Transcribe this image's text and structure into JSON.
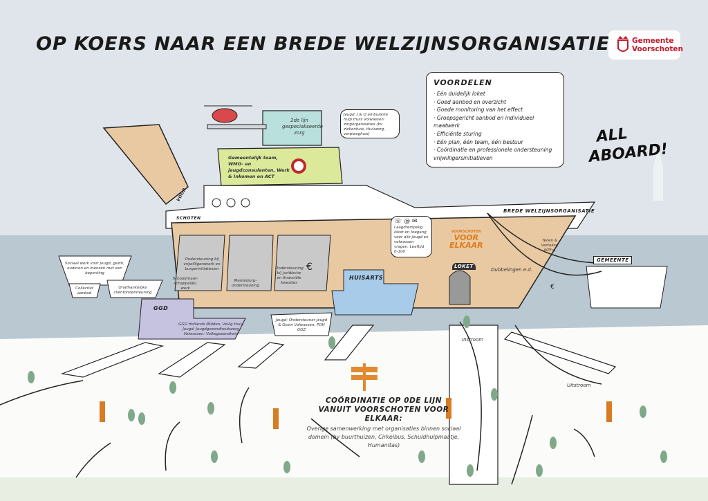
{
  "title": "OP KOERS NAAR EEN BREDE WELZIJNSORGANISATIE",
  "logo": {
    "line1": "Gemeente",
    "line2": "Voorschoten",
    "color": "#c0172b"
  },
  "voordelen": {
    "heading": "VOORDELEN",
    "items": [
      "Eén duidelijk loket",
      "Goed aanbod en overzicht",
      "Goede monitoring van het effect",
      "Groepsgericht aanbod en individueel maatwerk",
      "Efficiënte sturing",
      "Eén plan, één team, één bestuur",
      "Coördinatie en professionele ondersteuning vrijwilligersinitiatieven"
    ]
  },
  "all_aboard": {
    "line1": "ALL",
    "line2": "ABOARD!"
  },
  "second_line_bubble": "Jeugd: J & O ambulante hulp thuis Volwassen: zorgorganisaties (bv ziekenhuis, thuiszorg, verpleeghuis)",
  "second_line_box": "2de lijn gespecialiseerde zorg",
  "team_deck": "Gemeentelijk team, WMO- en jeugdconsulenten, Werk & Inkomen en ACT",
  "ship": {
    "name": "BREDE WELZIJNSORGANISATIE",
    "bow_left": "SCHOTEN",
    "boom_label": "VOOR"
  },
  "compartments": [
    "Ondersteuning bij vrijwilligerswerk en burgerinitiatieven",
    "School(maat-schappelijk) werk",
    "Mantelzorg-ondersteuning",
    "Ondersteuning bij juridische en financiële kwesties"
  ],
  "contact_bubble": "Laagdrempelig loket en toegang voor alle jeugd en volwassen vragen. Leeftijd 0-100",
  "brand": {
    "small": "VOORSCHOTEN",
    "big1": "VOOR",
    "big2": "ELKAAR",
    "color": "#e07b1a"
  },
  "loket": "LOKET",
  "dubbelingen": "Dubbelingen e.d.",
  "kpi": "Tellen & Vertellen (KPI's)",
  "gemeente_boat": "GEMEENTE",
  "huisarts": "HUISARTS",
  "ggd": {
    "name": "GGD",
    "text": "GGD Hollands Midden, Veilig thuis Jeugd: Jeugdgezondheidszorg Volwassen: Volksgezondheid"
  },
  "poh": "Jeugd: Ondersteuner Jeugd & Gezin Volwassen: POH GGZ",
  "small_boats": [
    "Sociaal werk voor jeugd, gezin, ouderen en mensen met een beperking",
    "Collectief aanbod",
    "Onafhankelijke cliëntondersteuning"
  ],
  "instroom": "Instroom",
  "uitstroom": "Uitstroom",
  "coordination": {
    "line1": "COÖRDINATIE OP 0DE LIJN",
    "line2": "VANUIT VOORSCHOTEN VOOR ELKAAR:",
    "text": "Overige samenwerking met organisaties binnen sociaal domein (bv buurthuizen, Cirkelbus, Schuldhulpmaatje, Humanitas)"
  },
  "colors": {
    "sky": "#dfe5ea",
    "water": "#b9c8d1",
    "hull": "#e9c9a2",
    "deck_green": "#dbea9a",
    "bridge_teal": "#b9e0dc",
    "huisarts": "#a7cbe8",
    "ggd": "#c6c3e0",
    "figures": "#7fa98a",
    "guide": "#d97b22"
  }
}
